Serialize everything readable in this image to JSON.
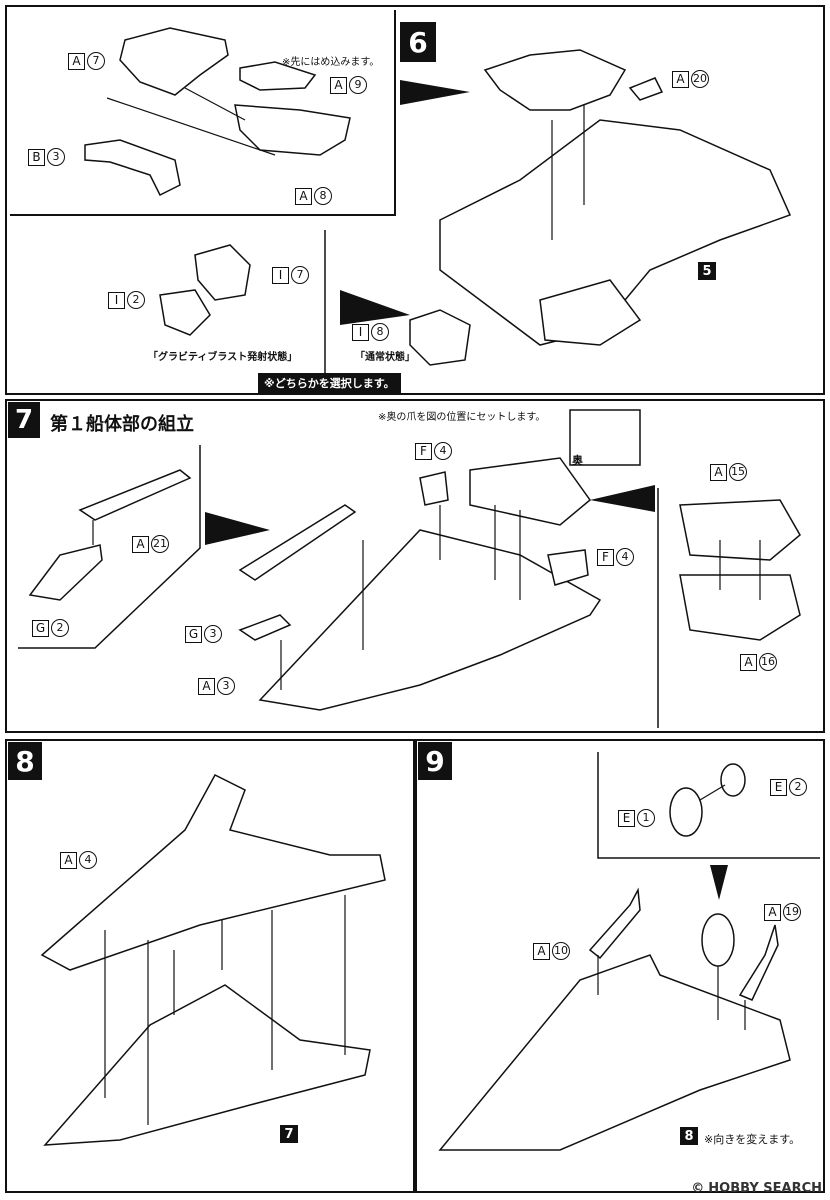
{
  "steps": [
    {
      "number": "6"
    },
    {
      "number": "7",
      "title": "第１船体部の組立"
    },
    {
      "number": "8"
    },
    {
      "number": "9"
    }
  ],
  "step6": {
    "labels": {
      "a7": {
        "letter": "A",
        "num": "7"
      },
      "a9": {
        "letter": "A",
        "num": "9"
      },
      "b3": {
        "letter": "B",
        "num": "3"
      },
      "a8": {
        "letter": "A",
        "num": "8"
      },
      "a20": {
        "letter": "A",
        "num": "20"
      },
      "i7": {
        "letter": "I",
        "num": "7"
      },
      "i2": {
        "letter": "I",
        "num": "2"
      },
      "i8": {
        "letter": "I",
        "num": "8"
      }
    },
    "note_first": "※先にはめ込みます。",
    "caption_gravity": "「グラビティブラスト発射状態」",
    "caption_normal": "「通常状態」",
    "select_note": "※どちらかを選択します。",
    "ref_step": "5"
  },
  "step7": {
    "note_claw": "※奥の爪を図の位置にセットします。",
    "inset_label": "奥",
    "labels": {
      "a21": {
        "letter": "A",
        "num": "21"
      },
      "g2": {
        "letter": "G",
        "num": "2"
      },
      "g3": {
        "letter": "G",
        "num": "3"
      },
      "a3": {
        "letter": "A",
        "num": "3"
      },
      "f4a": {
        "letter": "F",
        "num": "4"
      },
      "f4b": {
        "letter": "F",
        "num": "4"
      },
      "a15": {
        "letter": "A",
        "num": "15"
      },
      "a16": {
        "letter": "A",
        "num": "16"
      }
    }
  },
  "step8": {
    "labels": {
      "a4": {
        "letter": "A",
        "num": "4"
      }
    },
    "ref_step": "7"
  },
  "step9": {
    "labels": {
      "e1": {
        "letter": "E",
        "num": "1"
      },
      "e2": {
        "letter": "E",
        "num": "2"
      },
      "a10": {
        "letter": "A",
        "num": "10"
      },
      "a19": {
        "letter": "A",
        "num": "19"
      }
    },
    "ref_step": "8",
    "note_direction": "※向きを変えます。"
  },
  "watermark": {
    "text": "HOBBY SEARCH",
    "mark": "©"
  }
}
